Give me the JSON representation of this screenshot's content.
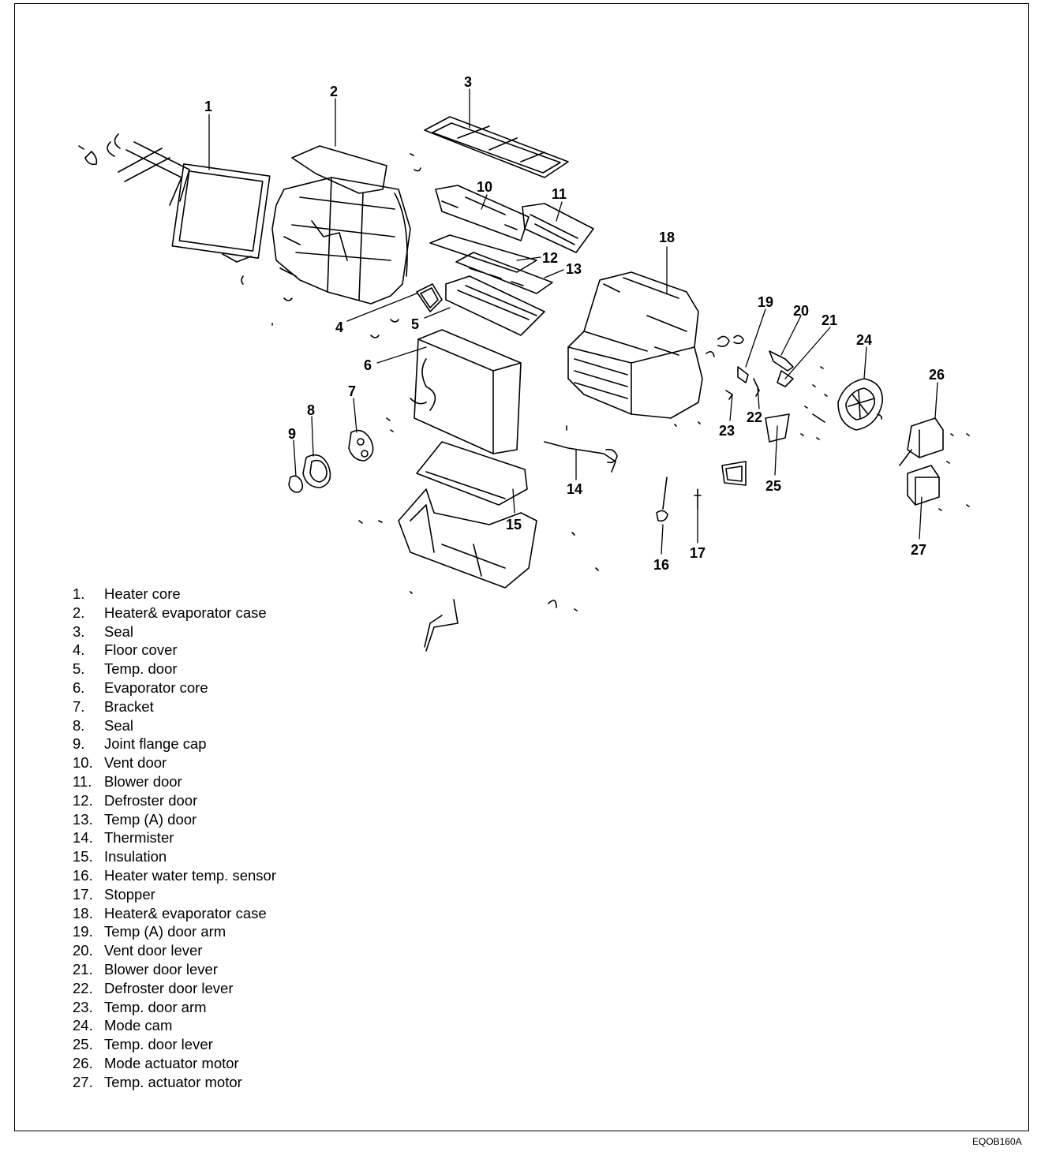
{
  "figure_code": "EQOB160A",
  "colors": {
    "line": "#000000",
    "background": "#ffffff"
  },
  "callouts": [
    "1",
    "2",
    "3",
    "4",
    "5",
    "6",
    "7",
    "8",
    "9",
    "10",
    "11",
    "12",
    "13",
    "14",
    "15",
    "16",
    "17",
    "18",
    "19",
    "20",
    "21",
    "22",
    "23",
    "24",
    "25",
    "26",
    "27"
  ],
  "legend": [
    {
      "num": "1.",
      "label": "Heater core"
    },
    {
      "num": "2.",
      "label": "Heater& evaporator case"
    },
    {
      "num": "3.",
      "label": "Seal"
    },
    {
      "num": "4.",
      "label": "Floor cover"
    },
    {
      "num": "5.",
      "label": "Temp. door"
    },
    {
      "num": "6.",
      "label": "Evaporator core"
    },
    {
      "num": "7.",
      "label": "Bracket"
    },
    {
      "num": "8.",
      "label": "Seal"
    },
    {
      "num": "9.",
      "label": "Joint flange cap"
    },
    {
      "num": "10.",
      "label": "Vent door"
    },
    {
      "num": "11.",
      "label": "Blower door"
    },
    {
      "num": "12.",
      "label": "Defroster door"
    },
    {
      "num": "13.",
      "label": "Temp (A) door"
    },
    {
      "num": "14.",
      "label": "Thermister"
    },
    {
      "num": "15.",
      "label": "Insulation"
    },
    {
      "num": "16.",
      "label": "Heater water temp. sensor"
    },
    {
      "num": "17.",
      "label": "Stopper"
    },
    {
      "num": "18.",
      "label": "Heater& evaporator case"
    },
    {
      "num": "19.",
      "label": "Temp (A) door arm"
    },
    {
      "num": "20.",
      "label": "Vent door lever"
    },
    {
      "num": "21.",
      "label": "Blower door lever"
    },
    {
      "num": "22.",
      "label": "Defroster door lever"
    },
    {
      "num": "23.",
      "label": "Temp. door arm"
    },
    {
      "num": "24.",
      "label": "Mode cam"
    },
    {
      "num": "25.",
      "label": "Temp. door lever"
    },
    {
      "num": "26.",
      "label": "Mode actuator motor"
    },
    {
      "num": "27.",
      "label": "Temp. actuator motor"
    }
  ]
}
